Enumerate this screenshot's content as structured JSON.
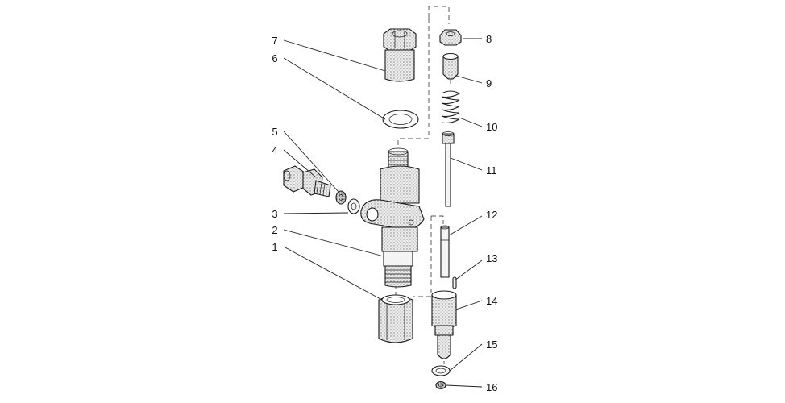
{
  "callouts": {
    "n1": "1",
    "n2": "2",
    "n3": "3",
    "n4": "4",
    "n5": "5",
    "n6": "6",
    "n7": "7",
    "n8": "8",
    "n9": "9",
    "n10": "10",
    "n11": "11",
    "n12": "12",
    "n13": "13",
    "n14": "14",
    "n15": "15",
    "n16": "16"
  },
  "colors": {
    "line": "#1a1a1a",
    "stipple": "#9a9a9a",
    "part_fill": "#f4f4f4",
    "dark": "#555555"
  }
}
